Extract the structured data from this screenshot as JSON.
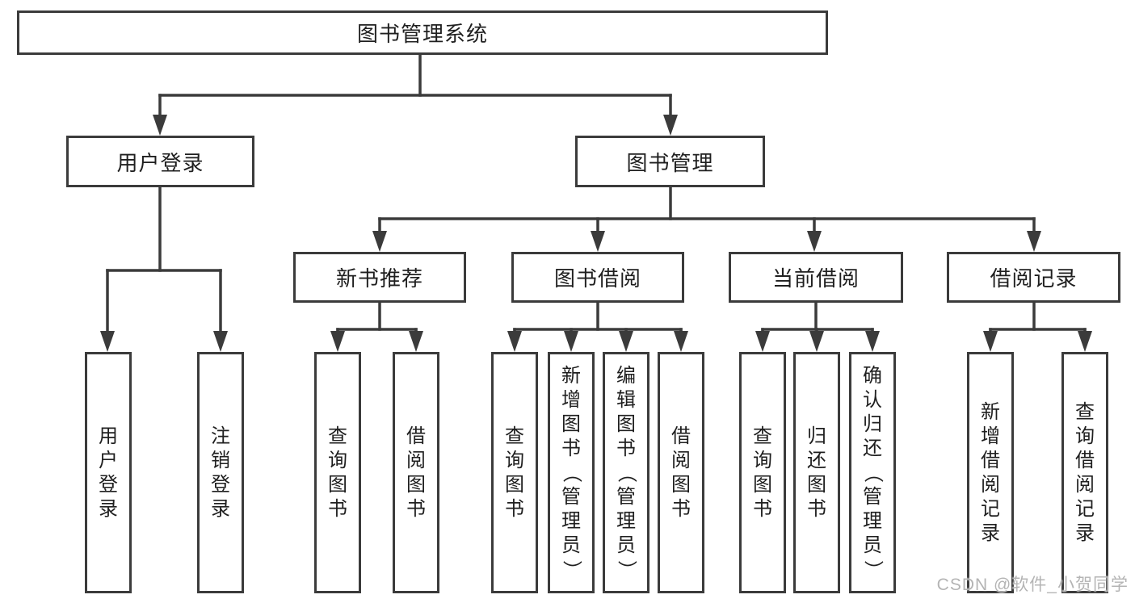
{
  "colors": {
    "line": "#3b3b3b",
    "box_border": "#3b3b3b",
    "box_bg": "#ffffff",
    "text": "#1f1f1f",
    "watermark": "#b4b4b4"
  },
  "watermark": {
    "text": "CSDN @软件_小贺同学"
  },
  "tree": {
    "root": {
      "label": "图书管理系统",
      "children": [
        {
          "label": "用户登录",
          "children": [
            {
              "label": "用户登录"
            },
            {
              "label": "注销登录"
            }
          ]
        },
        {
          "label": "图书管理",
          "children": [
            {
              "label": "新书推荐",
              "children": [
                {
                  "label": "查询图书"
                },
                {
                  "label": "借阅图书"
                }
              ]
            },
            {
              "label": "图书借阅",
              "children": [
                {
                  "label": "查询图书"
                },
                {
                  "label": "新增图书（管理员）"
                },
                {
                  "label": "编辑图书（管理员）"
                },
                {
                  "label": "借阅图书"
                }
              ]
            },
            {
              "label": "当前借阅",
              "children": [
                {
                  "label": "查询图书"
                },
                {
                  "label": "归还图书"
                },
                {
                  "label": "确认归还（管理员）"
                }
              ]
            },
            {
              "label": "借阅记录",
              "children": [
                {
                  "label": "新增借阅记录"
                },
                {
                  "label": "查询借阅记录"
                }
              ]
            }
          ]
        }
      ]
    }
  }
}
